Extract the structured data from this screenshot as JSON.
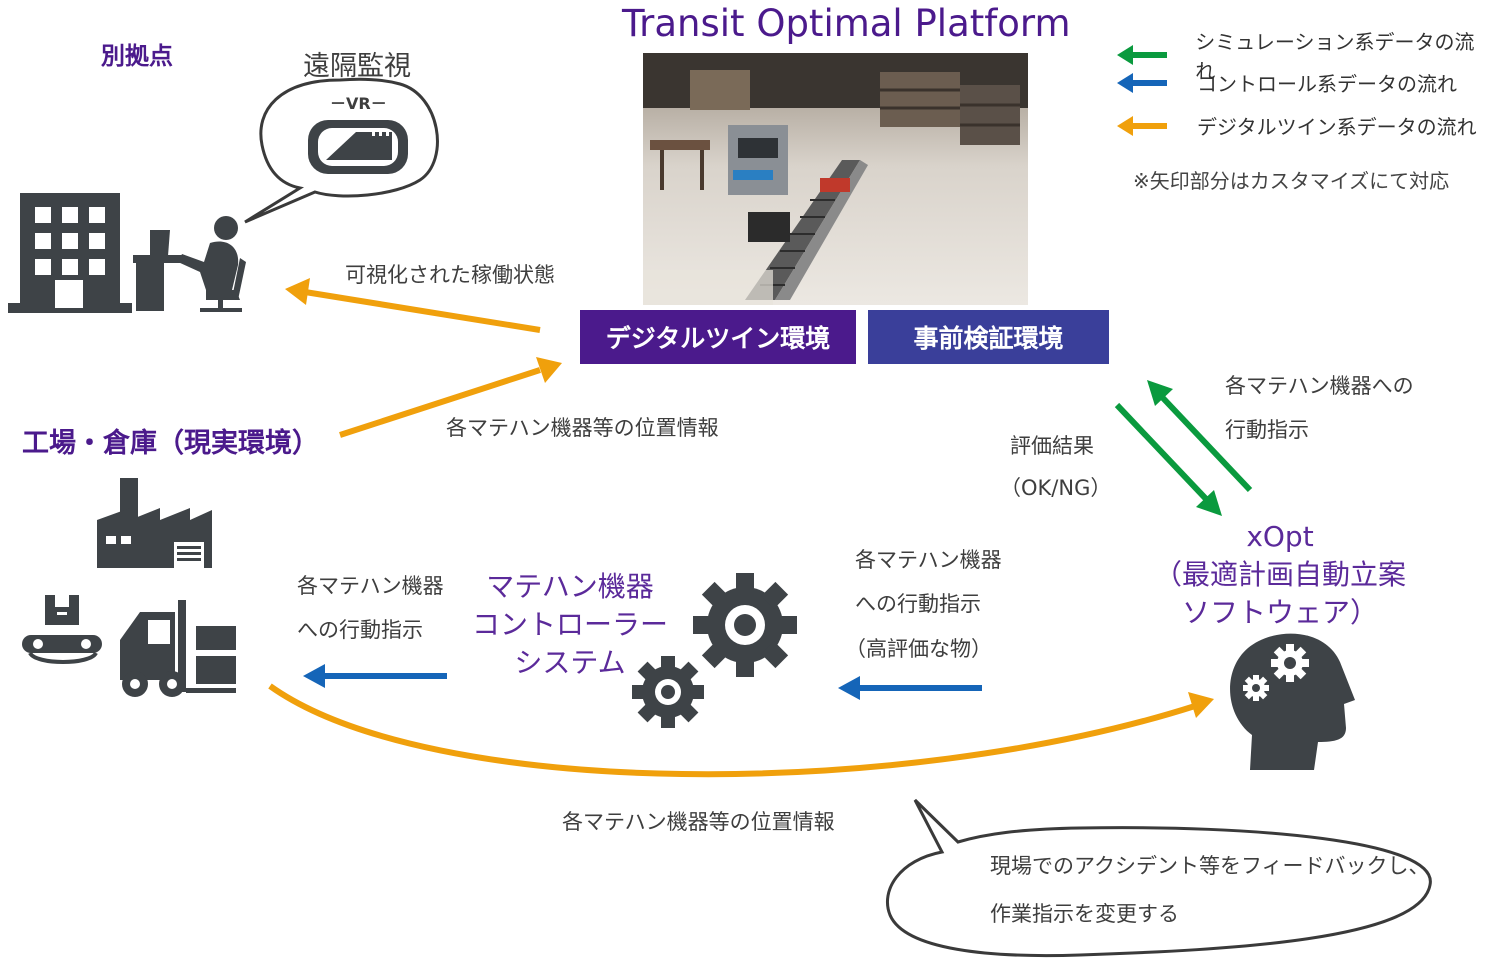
{
  "title": "Transit Optimal Platform",
  "legend": {
    "items": [
      {
        "label": "シミュレーション系データの流れ",
        "color": "#0a9a3e"
      },
      {
        "label": "コントロール系データの流れ",
        "color": "#1565b8"
      },
      {
        "label": "デジタルツイン系データの流れ",
        "color": "#f0a00c"
      }
    ],
    "note": "※矢印部分はカスタマイズにて対応"
  },
  "remote": {
    "label": "別拠点",
    "bubble_title": "遠隔監視",
    "bubble_sub": "－VR－"
  },
  "factory": {
    "label": "工場・倉庫（現実環境）"
  },
  "platform": {
    "badge_digital_twin": "デジタルツイン環境",
    "badge_verification": "事前検証環境",
    "badge_colors": {
      "digital_twin": "#4b1a8c",
      "verification": "#3a3f9a"
    }
  },
  "arrows": {
    "visualized_status": "可視化された稼働状態",
    "position_info_top": "各マテハン機器等の位置情報",
    "action_to_device_top_1": "各マテハン機器への",
    "action_to_device_top_2": "行動指示",
    "eval_result_1": "評価結果",
    "eval_result_2": "（OK/NG）",
    "action_to_device_left_1": "各マテハン機器",
    "action_to_device_left_2": "への行動指示",
    "action_high_eval_1": "各マテハン機器",
    "action_high_eval_2": "への行動指示",
    "action_high_eval_3": "（高評価な物）",
    "position_info_bottom": "各マテハン機器等の位置情報"
  },
  "controller": {
    "line1": "マテハン機器",
    "line2": "コントローラー",
    "line3": "システム"
  },
  "xopt": {
    "line1": "xOpt",
    "line2": "（最適計画自動立案",
    "line3": "ソフトウェア）"
  },
  "feedback": {
    "line1": "現場でのアクシデント等をフィードバックし、",
    "line2": "作業指示を変更する"
  },
  "icons": [
    "building-icon",
    "worker-at-desk-icon",
    "vr-goggles-icon",
    "factory-icon",
    "conveyor-icon",
    "forklift-icon",
    "gear-icon",
    "head-gears-icon"
  ]
}
